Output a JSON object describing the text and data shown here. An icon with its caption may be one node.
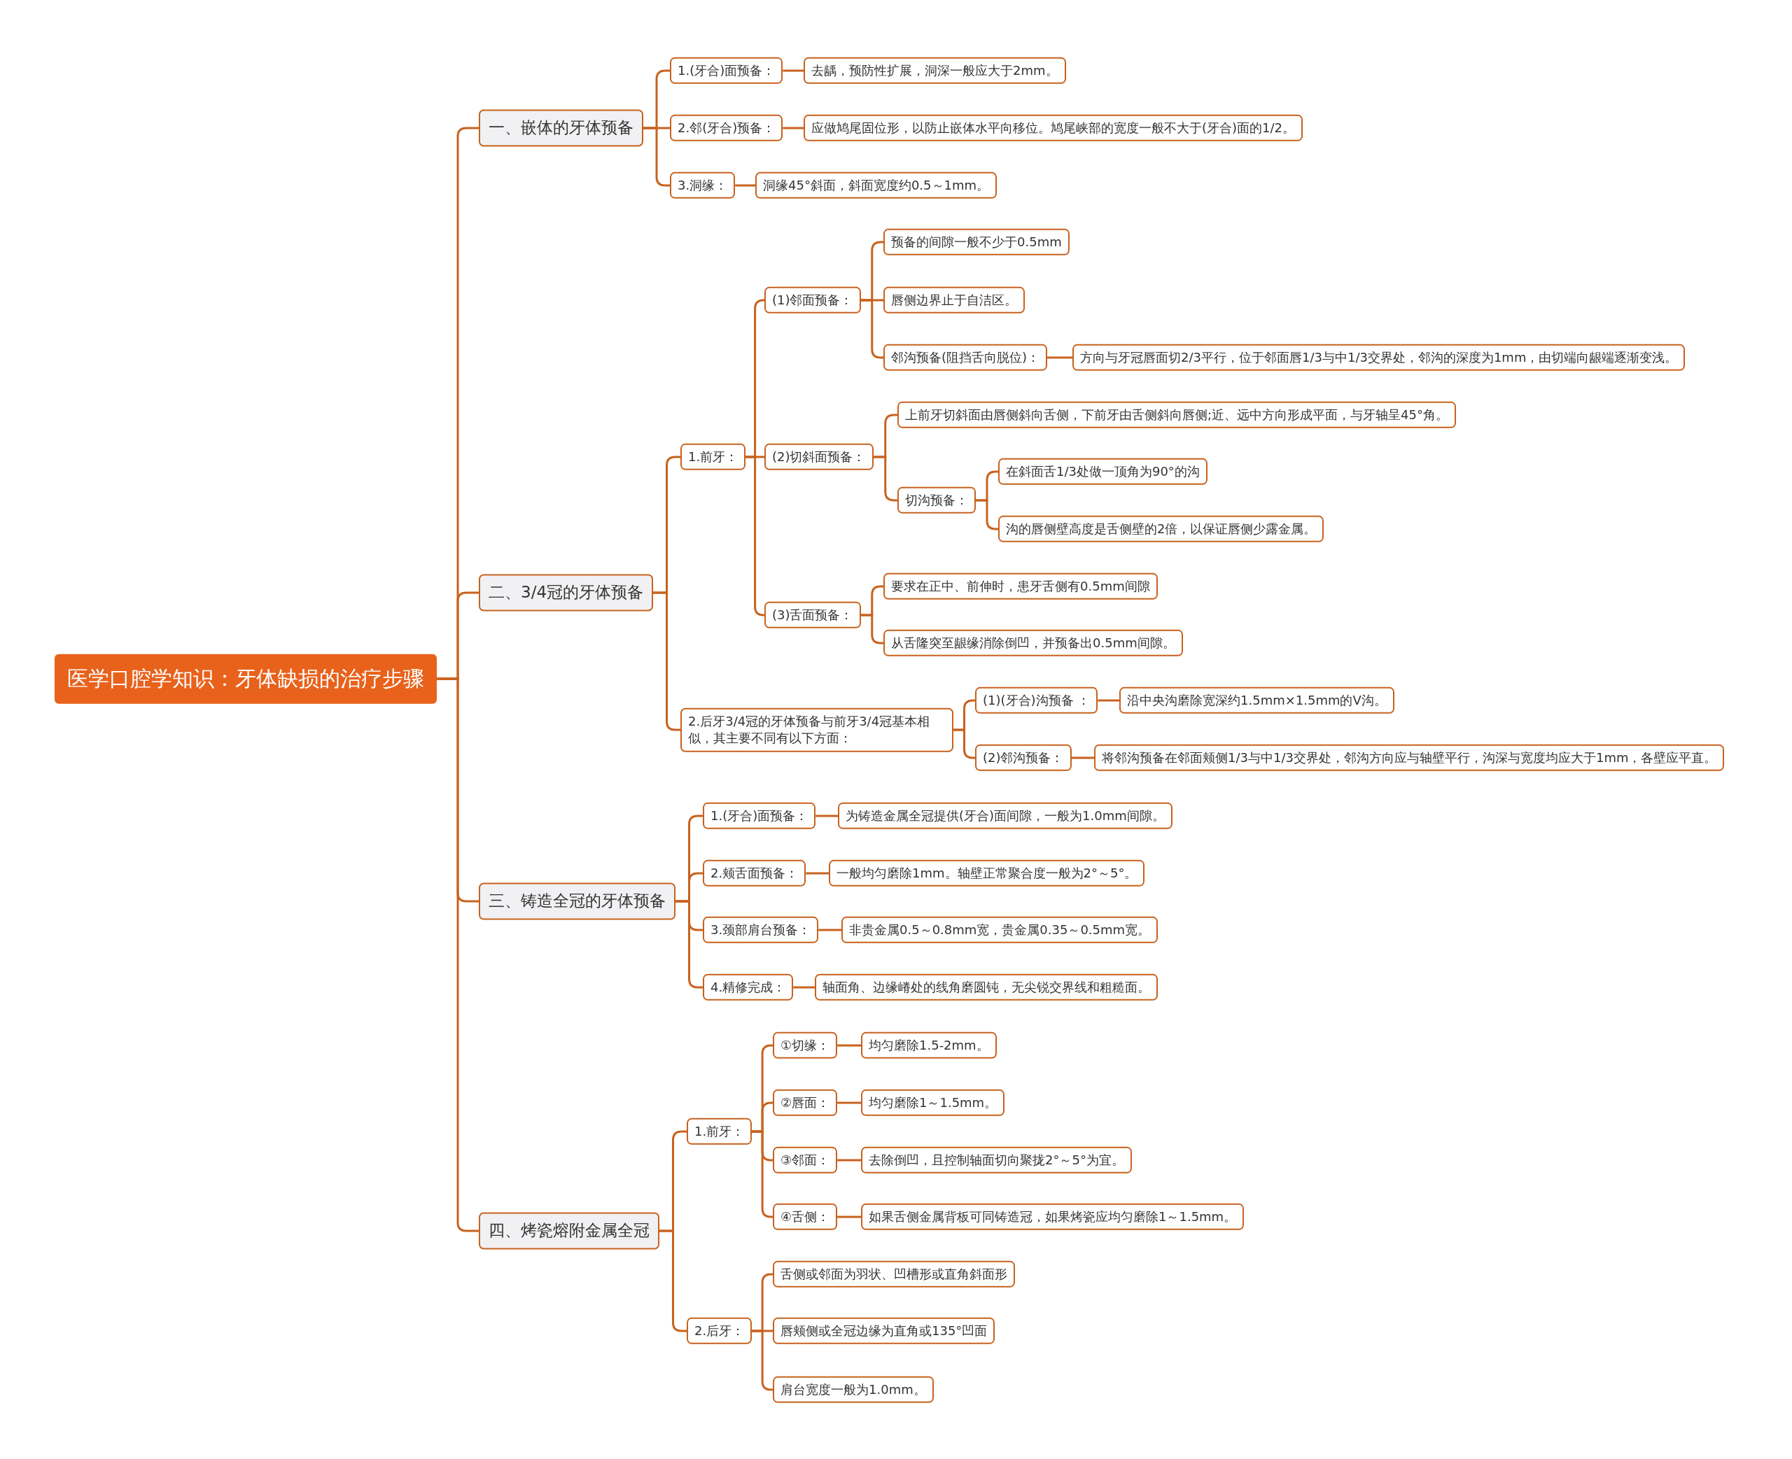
{
  "diagram": {
    "nodes": [
      {
        "text": [
          "医学口腔学知识：牙体缺损的治疗步骤"
        ]
      },
      {
        "text": [
          "一、嵌体的牙体预备"
        ]
      },
      {
        "text": [
          "1.(牙合)面预备："
        ]
      },
      {
        "text": [
          "去龋，预防性扩展，洞深一般应大于2mm。"
        ]
      },
      {
        "text": [
          "2.邻(牙合)预备："
        ]
      },
      {
        "text": [
          "应做鸠尾固位形，以防止嵌体水平向移位。鸠尾峡部的宽度一般不大于(牙合)面的1/2。"
        ]
      },
      {
        "text": [
          "3.洞缘："
        ]
      },
      {
        "text": [
          "洞缘45°斜面，斜面宽度约0.5～1mm。"
        ]
      },
      {
        "text": [
          "二、3/4冠的牙体预备"
        ]
      },
      {
        "text": [
          "1.前牙："
        ]
      },
      {
        "text": [
          "(1)邻面预备："
        ]
      },
      {
        "text": [
          "预备的间隙一般不少于0.5mm"
        ]
      },
      {
        "text": [
          "唇侧边界止于自洁区。"
        ]
      },
      {
        "text": [
          "邻沟预备(阻挡舌向脱位)："
        ]
      },
      {
        "text": [
          "方向与牙冠唇面切2/3平行，位于邻面唇1/3与中1/3交界处，邻沟的深度为1mm，由切端向龈端逐渐变浅。"
        ]
      },
      {
        "text": [
          "(2)切斜面预备："
        ]
      },
      {
        "text": [
          "上前牙切斜面由唇侧斜向舌侧，下前牙由舌侧斜向唇侧;近、远中方向形成平面，与牙轴呈45°角。"
        ]
      },
      {
        "text": [
          "切沟预备："
        ]
      },
      {
        "text": [
          "在斜面舌1/3处做一顶角为90°的沟"
        ]
      },
      {
        "text": [
          "沟的唇侧壁高度是舌侧壁的2倍，以保证唇侧少露金属。"
        ]
      },
      {
        "text": [
          "(3)舌面预备："
        ]
      },
      {
        "text": [
          "要求在正中、前伸时，患牙舌侧有0.5mm间隙"
        ]
      },
      {
        "text": [
          "从舌隆突至龈缘消除倒凹，并预备出0.5mm间隙。"
        ]
      },
      {
        "text": [
          "2.后牙3/4冠的牙体预备与前牙3/4冠基本相似，其主要不同有以下方面："
        ]
      },
      {
        "text": [
          "(1)(牙合)沟预备 ："
        ]
      },
      {
        "text": [
          "沿中央沟磨除宽深约1.5mm×1.5mm的V沟。"
        ]
      },
      {
        "text": [
          "(2)邻沟预备："
        ]
      },
      {
        "text": [
          "将邻沟预备在邻面颊侧1/3与中1/3交界处，邻沟方向应与轴壁平行，沟深与宽度均应大于1mm，各壁应平直。"
        ]
      },
      {
        "text": [
          "三、铸造全冠的牙体预备"
        ]
      },
      {
        "text": [
          "1.(牙合)面预备："
        ]
      },
      {
        "text": [
          "为铸造金属全冠提供(牙合)面间隙，一般为1.0mm间隙。"
        ]
      },
      {
        "text": [
          "2.颊舌面预备："
        ]
      },
      {
        "text": [
          "一般均匀磨除1mm。轴壁正常聚合度一般为2°～5°。"
        ]
      },
      {
        "text": [
          "3.颈部肩台预备："
        ]
      },
      {
        "text": [
          "非贵金属0.5～0.8mm宽，贵金属0.35～0.5mm宽。"
        ]
      },
      {
        "text": [
          "4.精修完成："
        ]
      },
      {
        "text": [
          "轴面角、边缘嵴处的线角磨圆钝，无尖锐交界线和粗糙面。"
        ]
      },
      {
        "text": [
          "四、烤瓷熔附金属全冠"
        ]
      },
      {
        "text": [
          "1.前牙："
        ]
      },
      {
        "text": [
          "①切缘："
        ]
      },
      {
        "text": [
          "均匀磨除1.5-2mm。"
        ]
      },
      {
        "text": [
          "②唇面："
        ]
      },
      {
        "text": [
          "均匀磨除1～1.5mm。"
        ]
      },
      {
        "text": [
          "③邻面："
        ]
      },
      {
        "text": [
          "去除倒凹，且控制轴面切向聚拢2°～5°为宜。"
        ]
      },
      {
        "text": [
          "④舌侧："
        ]
      },
      {
        "text": [
          "如果舌侧金属背板可同铸造冠，如果烤瓷应均匀磨除1～1.5mm。"
        ]
      },
      {
        "text": [
          "2.后牙："
        ]
      },
      {
        "text": [
          "舌侧或邻面为羽状、凹槽形或直角斜面形"
        ]
      },
      {
        "text": [
          "唇颊侧或全冠边缘为直角或135°凹面"
        ]
      },
      {
        "text": [
          "肩台宽度一般为1.0mm。"
        ]
      }
    ],
    "edges": [
      {
        "from": 0,
        "to": 1,
        "arrow": "none"
      },
      {
        "from": 1,
        "to": 2,
        "arrow": "none"
      },
      {
        "from": 2,
        "to": 3,
        "arrow": "none"
      },
      {
        "from": 1,
        "to": 4,
        "arrow": "none"
      },
      {
        "from": 4,
        "to": 5,
        "arrow": "none"
      },
      {
        "from": 1,
        "to": 6,
        "arrow": "none"
      },
      {
        "from": 6,
        "to": 7,
        "arrow": "none"
      },
      {
        "from": 0,
        "to": 8,
        "arrow": "none"
      },
      {
        "from": 8,
        "to": 9,
        "arrow": "none"
      },
      {
        "from": 9,
        "to": 10,
        "arrow": "none"
      },
      {
        "from": 10,
        "to": 11,
        "arrow": "none"
      },
      {
        "from": 10,
        "to": 12,
        "arrow": "none"
      },
      {
        "from": 10,
        "to": 13,
        "arrow": "none"
      },
      {
        "from": 13,
        "to": 14,
        "arrow": "none"
      },
      {
        "from": 9,
        "to": 15,
        "arrow": "none"
      },
      {
        "from": 15,
        "to": 16,
        "arrow": "none"
      },
      {
        "from": 15,
        "to": 17,
        "arrow": "none"
      },
      {
        "from": 17,
        "to": 18,
        "arrow": "none"
      },
      {
        "from": 17,
        "to": 19,
        "arrow": "none"
      },
      {
        "from": 9,
        "to": 20,
        "arrow": "none"
      },
      {
        "from": 20,
        "to": 21,
        "arrow": "none"
      },
      {
        "from": 20,
        "to": 22,
        "arrow": "none"
      },
      {
        "from": 8,
        "to": 23,
        "arrow": "none"
      },
      {
        "from": 23,
        "to": 24,
        "arrow": "none"
      },
      {
        "from": 24,
        "to": 25,
        "arrow": "none"
      },
      {
        "from": 23,
        "to": 26,
        "arrow": "none"
      },
      {
        "from": 26,
        "to": 27,
        "arrow": "none"
      },
      {
        "from": 0,
        "to": 28,
        "arrow": "none"
      },
      {
        "from": 28,
        "to": 29,
        "arrow": "none"
      },
      {
        "from": 29,
        "to": 30,
        "arrow": "none"
      },
      {
        "from": 28,
        "to": 31,
        "arrow": "none"
      },
      {
        "from": 31,
        "to": 32,
        "arrow": "none"
      },
      {
        "from": 28,
        "to": 33,
        "arrow": "none"
      },
      {
        "from": 33,
        "to": 34,
        "arrow": "none"
      },
      {
        "from": 28,
        "to": 35,
        "arrow": "none"
      },
      {
        "from": 35,
        "to": 36,
        "arrow": "none"
      },
      {
        "from": 0,
        "to": 37,
        "arrow": "none"
      },
      {
        "from": 37,
        "to": 38,
        "arrow": "none"
      },
      {
        "from": 38,
        "to": 39,
        "arrow": "none"
      },
      {
        "from": 39,
        "to": 40,
        "arrow": "none"
      },
      {
        "from": 38,
        "to": 41,
        "arrow": "none"
      },
      {
        "from": 41,
        "to": 42,
        "arrow": "none"
      },
      {
        "from": 38,
        "to": 43,
        "arrow": "none"
      },
      {
        "from": 43,
        "to": 44,
        "arrow": "none"
      },
      {
        "from": 38,
        "to": 45,
        "arrow": "none"
      },
      {
        "from": 45,
        "to": 46,
        "arrow": "none"
      },
      {
        "from": 37,
        "to": 47,
        "arrow": "none"
      },
      {
        "from": 47,
        "to": 48,
        "arrow": "none"
      },
      {
        "from": 47,
        "to": 49,
        "arrow": "none"
      },
      {
        "from": 47,
        "to": 50,
        "arrow": "none"
      }
    ]
  }
}
